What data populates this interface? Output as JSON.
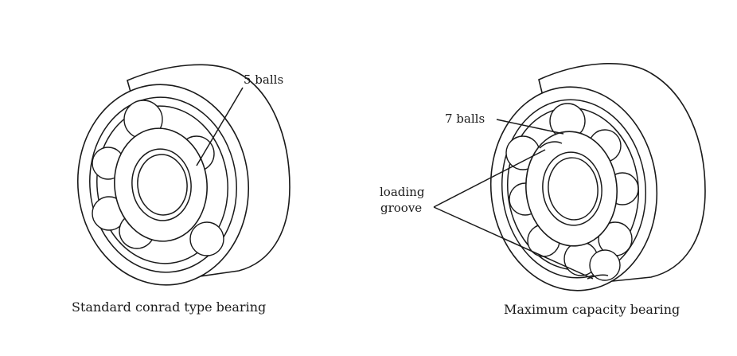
{
  "figure": {
    "left": {
      "caption": "Standard conrad type bearing",
      "callouts": [
        {
          "text": "5 balls"
        }
      ]
    },
    "right": {
      "caption": "Maximum capacity bearing",
      "callouts": [
        {
          "text": "7 balls"
        },
        {
          "text": "loading"
        },
        {
          "text": "groove"
        }
      ]
    }
  }
}
